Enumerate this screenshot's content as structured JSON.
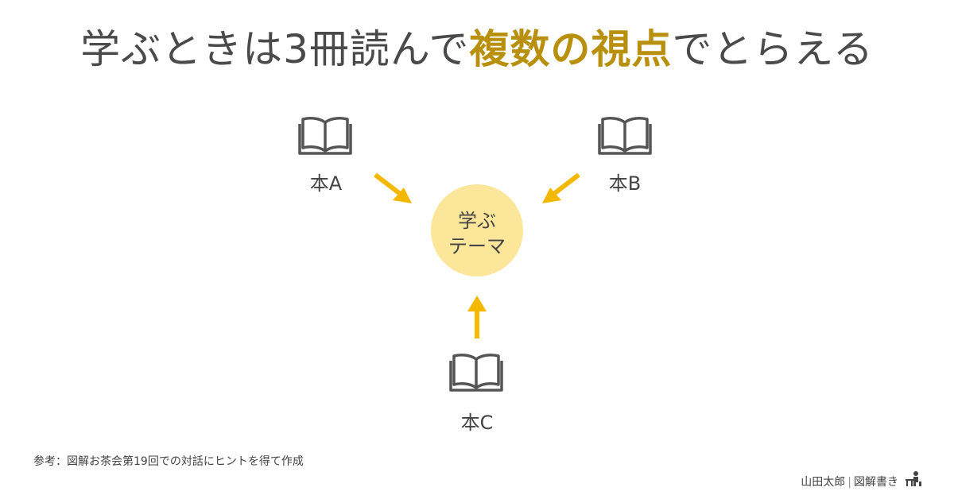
{
  "title": {
    "part1": "学ぶときは3冊読んで",
    "highlight": "複数の視点",
    "part2": "でとらえる"
  },
  "diagram": {
    "center": {
      "line1": "学ぶ",
      "line2": "テーマ"
    },
    "books": [
      {
        "label": "本A"
      },
      {
        "label": "本B"
      },
      {
        "label": "本C"
      }
    ]
  },
  "colors": {
    "highlight": "#b8900d",
    "arrow": "#f5b800",
    "circle": "#fce69a",
    "icon": "#555555"
  },
  "icons": [
    "open-book-icon",
    "arrow-icon",
    "person-at-desk-icon"
  ],
  "footer": {
    "note": "参考：図解お茶会第19回での対話にヒントを得て作成",
    "author": "山田太郎",
    "separator": "|",
    "brand": "図解書き"
  }
}
